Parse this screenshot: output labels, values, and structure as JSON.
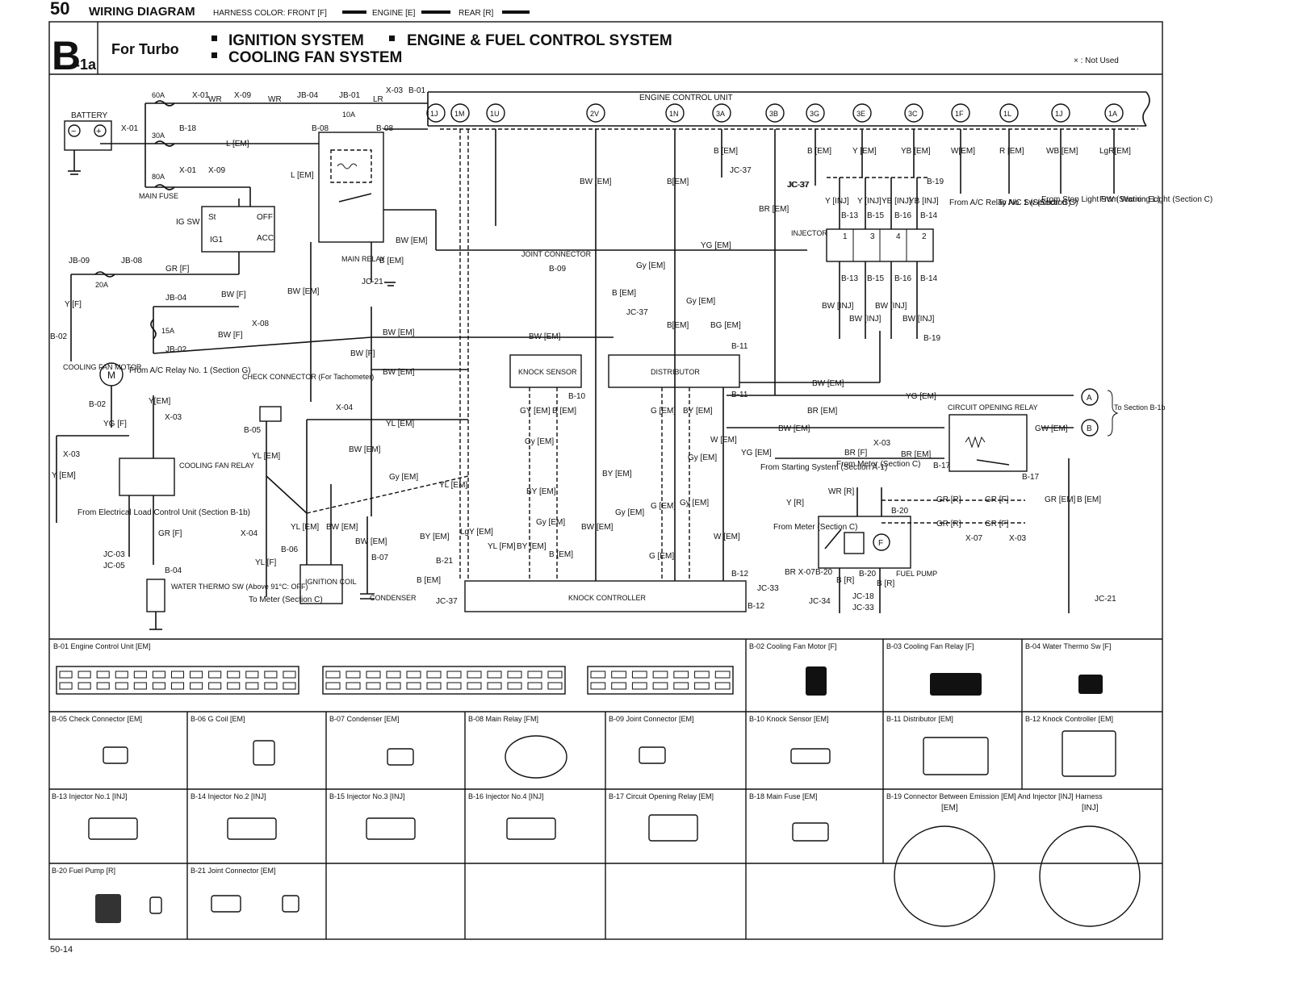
{
  "header": {
    "page_number": "50",
    "title": "WIRING DIAGRAM",
    "harness_label": "HARNESS COLOR: FRONT [F]",
    "engine_label": "ENGINE [E]",
    "rear_label": "REAR [R]"
  },
  "section": {
    "code_main": "B",
    "code_sub": "-1a",
    "variant": "For Turbo",
    "systems": [
      "IGNITION SYSTEM",
      "ENGINE & FUEL CONTROL SYSTEM",
      "COOLING FAN SYSTEM"
    ],
    "not_used_note": "× : Not Used"
  },
  "components": {
    "battery": "BATTERY",
    "main_fuse": "MAIN FUSE",
    "ig_sw": "IG SW",
    "main_relay": "MAIN RELAY",
    "ecu": "ENGINE CONTROL UNIT",
    "joint_connector": "JOINT CONNECTOR",
    "cooling_fan_motor": "COOLING FAN MOTOR",
    "check_connector": "CHECK CONNECTOR (For Tachometer)",
    "knock_sensor": "KNOCK SENSOR",
    "distributor": "DISTRIBUTOR",
    "cooling_fan_relay": "COOLING FAN RELAY",
    "ignition_coil": "IGNITION COIL",
    "condenser": "CONDENSER",
    "knock_controller": "KNOCK CONTROLLER",
    "water_thermo_sw": "WATER THERMO SW (Above 91°C: OFF)",
    "injector": "INJECTOR",
    "circuit_opening_relay": "CIRCUIT OPENING RELAY",
    "fuel_pump": "FUEL PUMP",
    "to_section": "To Section B-1b",
    "to_meter": "To Meter (Section C)",
    "from_elec_load": "From Electrical Load Control Unit (Section B-1b)",
    "from_ac_relay": "From A/C Relay No. 1 (Section G)",
    "from_starting": "From Starting System (Section A-1)",
    "from_meter": "From Meter (Section C)",
    "from_ac_relay_g": "From A/C Relay No. 1 (Section G)",
    "to_ac_sw": "To A/C Sw (Section G)",
    "from_stop_light": "From Stop Light SW (Section Ec)",
    "from_warning": "From Warning Light (Section C)"
  },
  "ecu_terminals": [
    "1J",
    "1M",
    "1U",
    "2V",
    "1N",
    "3A",
    "3B",
    "3G",
    "3E",
    "3C",
    "1F",
    "1L",
    "1J",
    "1A"
  ],
  "fuses": [
    "60A",
    "30A",
    "80A",
    "10A",
    "20A",
    "15A"
  ],
  "connector_panels": [
    {
      "id": "B-01",
      "label": "B-01 Engine Control Unit [EM]"
    },
    {
      "id": "B-02",
      "label": "B-02 Cooling Fan Motor [F]"
    },
    {
      "id": "B-03",
      "label": "B-03 Cooling Fan Relay [F]"
    },
    {
      "id": "B-04",
      "label": "B-04 Water Thermo Sw [F]"
    },
    {
      "id": "B-05",
      "label": "B-05 Check Connector [EM]"
    },
    {
      "id": "B-06",
      "label": "B-06 G Coil [EM]"
    },
    {
      "id": "B-07",
      "label": "B-07 Condenser [EM]"
    },
    {
      "id": "B-08",
      "label": "B-08 Main Relay [FM]"
    },
    {
      "id": "B-09",
      "label": "B-09 Joint Connector [EM]"
    },
    {
      "id": "B-10",
      "label": "B-10 Knock Sensor [EM]"
    },
    {
      "id": "B-11",
      "label": "B-11 Distributor [EM]"
    },
    {
      "id": "B-12",
      "label": "B-12 Knock Controller [EM]"
    },
    {
      "id": "B-13",
      "label": "B-13 Injector No.1 [INJ]"
    },
    {
      "id": "B-14",
      "label": "B-14 Injector No.2 [INJ]"
    },
    {
      "id": "B-15",
      "label": "B-15 Injector No.3 [INJ]"
    },
    {
      "id": "B-16",
      "label": "B-16 Injector No.4 [INJ]"
    },
    {
      "id": "B-17",
      "label": "B-17 Circuit Opening Relay [EM]"
    },
    {
      "id": "B-18",
      "label": "B-18 Main Fuse [EM]"
    },
    {
      "id": "B-19",
      "label": "B-19 Connector Between Emission [EM] And Injector [INJ] Harness"
    },
    {
      "id": "B-20",
      "label": "B-20 Fuel Pump [R]"
    },
    {
      "id": "B-21",
      "label": "B-21 Joint Connector [EM]"
    }
  ],
  "b19": {
    "left_tag": "[EM]",
    "right_tag": "[INJ]"
  },
  "footer": {
    "page_ref": "50-14"
  }
}
